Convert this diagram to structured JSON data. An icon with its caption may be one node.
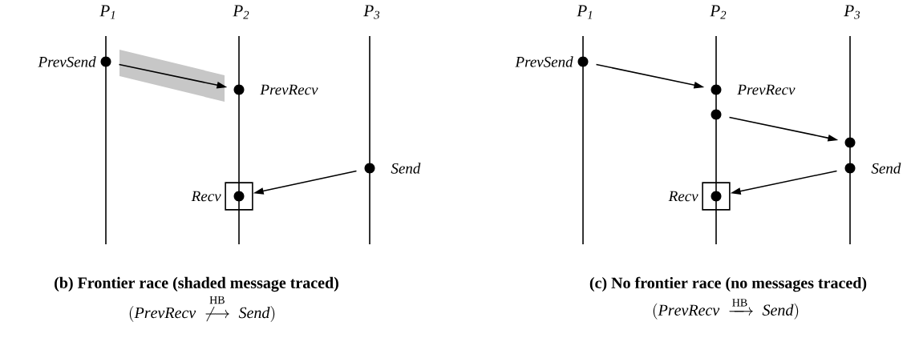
{
  "diagram": {
    "nodes": [
      {
        "text": [],
        "shape": "circle",
        "beside": [
          "PrevSend"
        ]
      },
      {
        "text": [],
        "shape": "circle",
        "beside": [
          "PrevRecv"
        ]
      },
      {
        "text": [],
        "shape": "circle",
        "beside": [
          "Send"
        ]
      },
      {
        "text": [],
        "shape": "box",
        "beside": [
          "Recv"
        ]
      },
      {
        "text": [],
        "shape": "circle",
        "in": 3
      },
      {
        "text": [],
        "shape": "circle",
        "beside": [
          "PrevSend"
        ]
      },
      {
        "text": [],
        "shape": "circle",
        "beside": [
          "PrevRecv"
        ]
      },
      {
        "text": [],
        "shape": "circle"
      },
      {
        "text": [],
        "shape": "circle"
      },
      {
        "text": [],
        "shape": "circle",
        "beside": [
          "Send"
        ]
      },
      {
        "text": [],
        "shape": "box",
        "beside": [
          "Recv"
        ]
      },
      {
        "text": [],
        "shape": "circle",
        "in": 10
      }
    ],
    "edges": [
      {
        "from": 0,
        "to": 1,
        "arrow": "to"
      },
      {
        "from": 2,
        "to": 3,
        "arrow": "to"
      },
      {
        "from": 5,
        "to": 6,
        "arrow": "to"
      },
      {
        "from": 7,
        "to": 8,
        "arrow": "to"
      },
      {
        "from": 9,
        "to": 10,
        "arrow": "to"
      }
    ],
    "labels": [
      "P$_{1}$",
      "P$_{2}$",
      "P$_{3}$",
      "P$_{1}$",
      "P$_{2}$",
      "P$_{3}$",
      "(b) Frontier race (shaded message traced)",
      "(c) No frontier race (no messages traced)",
      "(\\mathit{PrevRecv}\\ \\overset{\\mathrm{HB}}{\\not\\longrightarrow}\\ \\mathit{Send})",
      "(\\mathit{PrevRecv}\\ \\xrightarrow{\\mathrm{HB}}\\ \\mathit{Send})"
    ]
  }
}
